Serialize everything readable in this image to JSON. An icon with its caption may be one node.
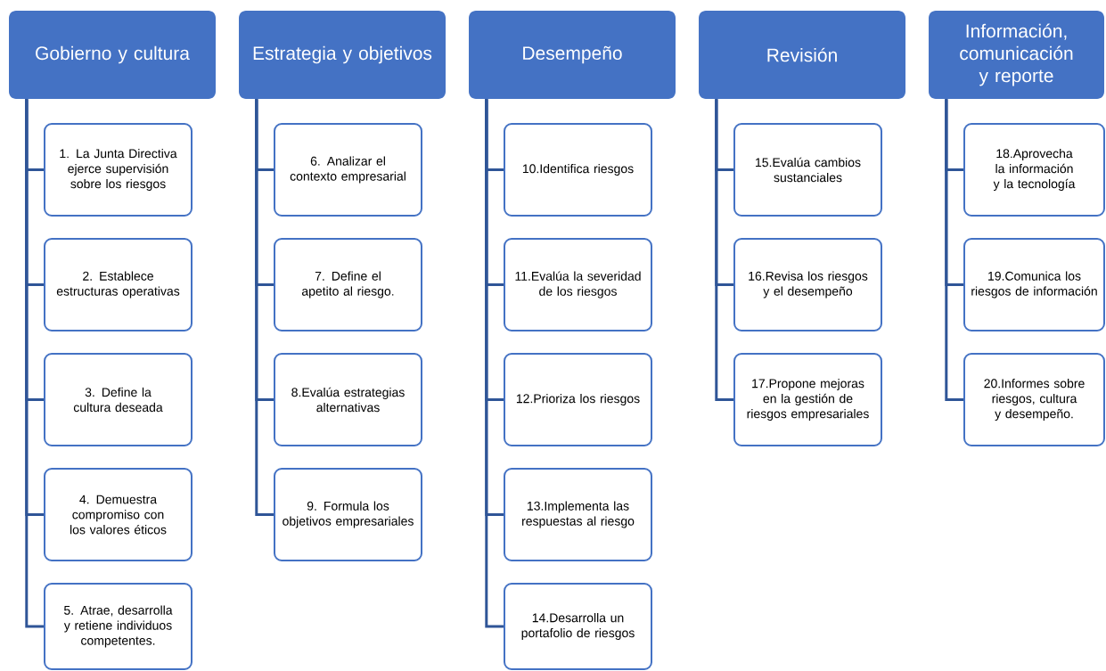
{
  "diagram": {
    "nodes": [
      {
        "text": [
          "Gobierno y cultura"
        ]
      },
      {
        "text": [
          "1. La Junta Directiva ejerce supervisión sobre los riesgos"
        ]
      },
      {
        "text": [
          "2. Establece estructuras operativas"
        ]
      },
      {
        "text": [
          "3. Define la cultura deseada"
        ]
      },
      {
        "text": [
          "4. Demuestra compromiso con los valores éticos"
        ]
      },
      {
        "text": [
          "5. Atrae, desarrolla y retiene individuos competentes."
        ]
      },
      {
        "text": [
          "Estrategia y objetivos"
        ]
      },
      {
        "text": [
          "6. Analizar el contexto empresarial"
        ]
      },
      {
        "text": [
          "7. Define el apetito al riesgo."
        ]
      },
      {
        "text": [
          "8.Evalúa estrategias alternativas"
        ]
      },
      {
        "text": [
          "9. Formula los objetivos empresariales"
        ]
      },
      {
        "text": [
          "Desempeño"
        ]
      },
      {
        "text": [
          "10.Identifica riesgos"
        ]
      },
      {
        "text": [
          "11.Evalúa la severidad de los riesgos"
        ]
      },
      {
        "text": [
          "12.Prioriza los riesgos"
        ]
      },
      {
        "text": [
          "13.Implementa las respuestas al riesgo"
        ]
      },
      {
        "text": [
          "14.Desarrolla un portafolio de riesgos"
        ]
      },
      {
        "text": [
          "Revisión"
        ]
      },
      {
        "text": [
          "15.Evalúa cambios sustanciales"
        ]
      },
      {
        "text": [
          "16.Revisa los riesgos y el desempeño"
        ]
      },
      {
        "text": [
          "17.Propone mejoras en la gestión de riesgos empresariales"
        ]
      },
      {
        "text": [
          "Información, comunicación y reporte"
        ]
      },
      {
        "text": [
          "18.Aprovecha la información y la tecnología"
        ]
      },
      {
        "text": [
          "19.Comunica los riesgos de información"
        ]
      },
      {
        "text": [
          "20.Informes sobre riesgos, cultura y desempeño."
        ]
      }
    ],
    "edges": [
      {
        "from": 0,
        "to": 1,
        "arrow": "none"
      },
      {
        "from": 0,
        "to": 2,
        "arrow": "none"
      },
      {
        "from": 0,
        "to": 3,
        "arrow": "none"
      },
      {
        "from": 0,
        "to": 4,
        "arrow": "none"
      },
      {
        "from": 0,
        "to": 5,
        "arrow": "none"
      },
      {
        "from": 6,
        "to": 7,
        "arrow": "none"
      },
      {
        "from": 6,
        "to": 8,
        "arrow": "none"
      },
      {
        "from": 6,
        "to": 9,
        "arrow": "none"
      },
      {
        "from": 6,
        "to": 10,
        "arrow": "none"
      },
      {
        "from": 11,
        "to": 12,
        "arrow": "none"
      },
      {
        "from": 11,
        "to": 13,
        "arrow": "none"
      },
      {
        "from": 11,
        "to": 14,
        "arrow": "none"
      },
      {
        "from": 11,
        "to": 15,
        "arrow": "none"
      },
      {
        "from": 11,
        "to": 16,
        "arrow": "none"
      },
      {
        "from": 17,
        "to": 18,
        "arrow": "none"
      },
      {
        "from": 17,
        "to": 19,
        "arrow": "none"
      },
      {
        "from": 17,
        "to": 20,
        "arrow": "none"
      },
      {
        "from": 21,
        "to": 22,
        "arrow": "none"
      },
      {
        "from": 21,
        "to": 23,
        "arrow": "none"
      },
      {
        "from": 21,
        "to": 24,
        "arrow": "none"
      }
    ]
  }
}
